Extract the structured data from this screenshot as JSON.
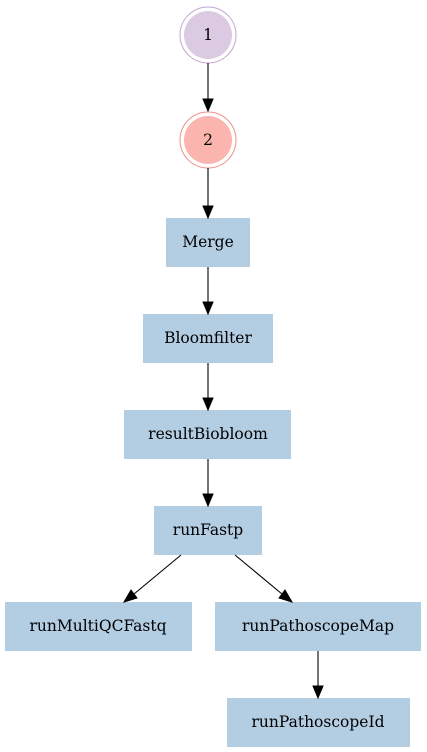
{
  "colors": {
    "circle_1_fill": "#dcc9e2",
    "circle_1_ring": "#c4a5d1",
    "circle_2_fill": "#fbb4ae",
    "circle_2_ring": "#f08f88",
    "process_fill": "#b3cde3",
    "edge": "#000000"
  },
  "nodes": {
    "n1": {
      "label": "1"
    },
    "n2": {
      "label": "2"
    },
    "merge": {
      "label": "Merge"
    },
    "bloomfilter": {
      "label": "Bloomfilter"
    },
    "resultBiobloom": {
      "label": "resultBiobloom"
    },
    "runFastp": {
      "label": "runFastp"
    },
    "runMultiQCFastq": {
      "label": "runMultiQCFastq"
    },
    "runPathoscopeMap": {
      "label": "runPathoscopeMap"
    },
    "runPathoscopeId": {
      "label": "runPathoscopeId"
    }
  },
  "edges": [
    {
      "from": "1",
      "to": "2"
    },
    {
      "from": "2",
      "to": "Merge"
    },
    {
      "from": "Merge",
      "to": "Bloomfilter"
    },
    {
      "from": "Bloomfilter",
      "to": "resultBiobloom"
    },
    {
      "from": "resultBiobloom",
      "to": "runFastp"
    },
    {
      "from": "runFastp",
      "to": "runMultiQCFastq"
    },
    {
      "from": "runFastp",
      "to": "runPathoscopeMap"
    },
    {
      "from": "runPathoscopeMap",
      "to": "runPathoscopeId"
    }
  ]
}
